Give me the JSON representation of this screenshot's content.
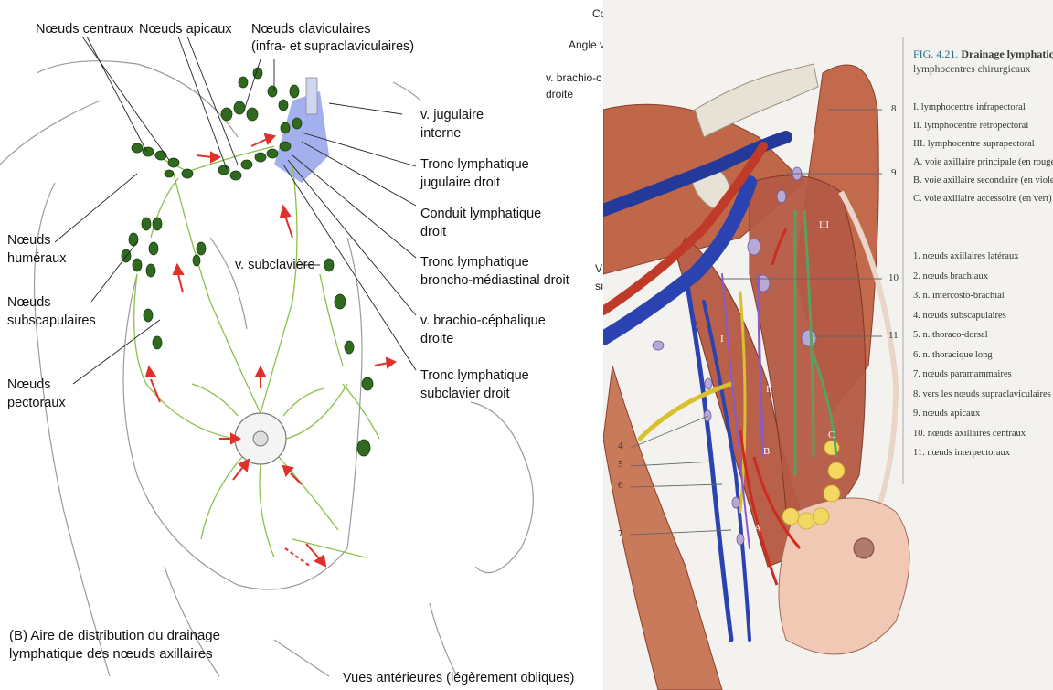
{
  "left_panel": {
    "labels": {
      "noeuds_centraux": "Nœuds centraux",
      "noeuds_apicaux": "Nœuds apicaux",
      "noeuds_claviculaires_1": "Nœuds claviculaires",
      "noeuds_claviculaires_2": "(infra- et supraclaviculaires)",
      "v_jugulaire_1": "v. jugulaire",
      "v_jugulaire_2": "interne",
      "tronc_jugulaire_1": "Tronc lymphatique",
      "tronc_jugulaire_2": "jugulaire droit",
      "conduit_1": "Conduit lymphatique",
      "conduit_2": "droit",
      "tronc_broncho_1": "Tronc lymphatique",
      "tronc_broncho_2": "broncho-médiastinal droit",
      "v_brachio_1": "v. brachio-céphalique",
      "v_brachio_2": "droite",
      "tronc_subclavier_1": "Tronc lymphatique",
      "tronc_subclavier_2": "subclavier droit",
      "v_subclaviere": "v. subclavière",
      "noeuds_humeraux_1": "Nœuds",
      "noeuds_humeraux_2": "huméraux",
      "noeuds_subscap_1": "Nœuds",
      "noeuds_subscap_2": "subscapulaires",
      "noeuds_pect_1": "Nœuds",
      "noeuds_pect_2": "pectoraux",
      "caption_1": "(B) Aire de distribution du drainage",
      "caption_2": "lymphatique des nœuds axillaires",
      "views": "Vues antérieures (légèrement obliques)"
    },
    "cut_text": {
      "c": "Co",
      "angle": "Angle v",
      "vbrachio": "v. brachio-c",
      "droite": "droite",
      "v": "V",
      "s": "sı"
    }
  },
  "right_panel": {
    "title_fig": "FIG. 4.21.",
    "title_text": "Drainage lymphatique du",
    "subtitle": "lymphocentres chirurgicaux",
    "legend_groups": [
      "I. lymphocentre infrapectoral",
      "II. lymphocentre rétropectoral",
      "III. lymphocentre suprapectoral",
      "A. voie axillaire principale (en rouge)",
      "B. voie axillaire secondaire (en violet)",
      "C. voie axillaire accessoire (en vert)"
    ],
    "legend_items": [
      "1. nœuds axillaires latéraux",
      "2. nœuds brachiaux",
      "3. n. intercosto-brachial",
      "4. nœuds subscapulaires",
      "5. n. thoraco-dorsal",
      "6. n. thoracique long",
      "7. nœuds paramammaires",
      "8. vers les nœuds supraclaviculaires",
      "9. nœuds apicaux",
      "10. nœuds axillaires centraux",
      "11. nœuds interpectoraux"
    ],
    "callout_numbers": [
      "8",
      "9",
      "10",
      "11",
      "4",
      "5",
      "6",
      "7"
    ],
    "roman_labels": [
      "I",
      "II",
      "III"
    ],
    "route_labels": [
      "A",
      "B",
      "C"
    ]
  },
  "colors": {
    "node_green": "#2f6a1f",
    "lymph_green": "#8cbf4a",
    "arrow_red": "#e0302a",
    "vein_blue": "#4a5fd8",
    "muscle": "#c0674a",
    "bone": "#e8e2d6"
  }
}
